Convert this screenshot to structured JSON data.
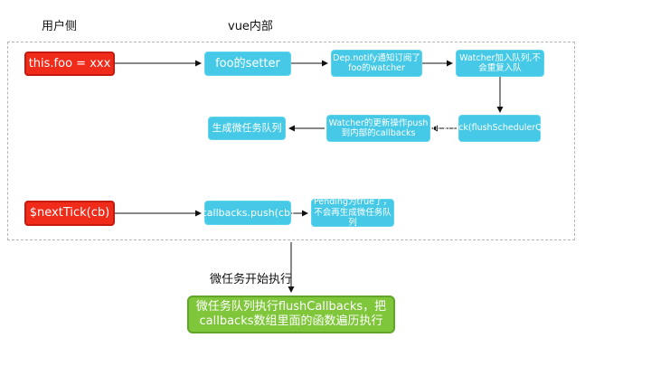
{
  "headers": {
    "user_side": "用户侧",
    "vue_internal": "vue内部"
  },
  "nodes": {
    "this_foo": "this.foo = xxx",
    "foo_setter": "foo的setter",
    "dep_notify": "Dep.notify通知订阅了foo的watcher",
    "watcher_queue": "Watcher加入队列,不会重复入队",
    "next_tick_flush": "nextTick(flushSchedulerQueue)",
    "watcher_update": "Watcher的更新操作push到内部的callbacks",
    "micro_task": "生成微任务队列",
    "next_tick_cb": "$nextTick(cb)",
    "callbacks_push": "callbacks.push(cb)",
    "pending_true": "Pending为true了，不会再生成微任务队列",
    "flush_callbacks": "微任务队列执行flushCallbacks，把callbacks数组里面的函数遍历执行"
  },
  "labels": {
    "micro_task_start": "微任务开始执行"
  },
  "colors": {
    "red": "#f02b1a",
    "cyan": "#46c9e6",
    "green": "#7fc63b",
    "frame": "#b5b5b5"
  }
}
